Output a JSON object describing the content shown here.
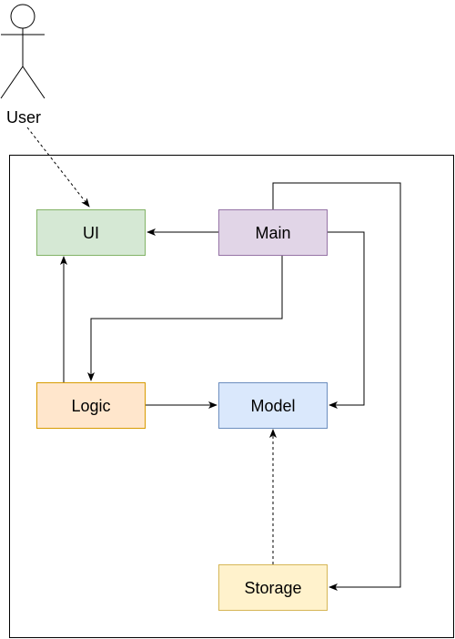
{
  "actor": {
    "label": "User"
  },
  "nodes": {
    "ui": {
      "label": "UI",
      "fill": "#d5e8d4",
      "stroke": "#82b366"
    },
    "main": {
      "label": "Main",
      "fill": "#e1d5e7",
      "stroke": "#9673a6"
    },
    "logic": {
      "label": "Logic",
      "fill": "#ffe6cc",
      "stroke": "#d79b00"
    },
    "model": {
      "label": "Model",
      "fill": "#dae8fc",
      "stroke": "#6c8ebf"
    },
    "storage": {
      "label": "Storage",
      "fill": "#fff2cc",
      "stroke": "#d6b656"
    }
  },
  "colors": {
    "line": "#000000",
    "container_stroke": "#000000"
  }
}
